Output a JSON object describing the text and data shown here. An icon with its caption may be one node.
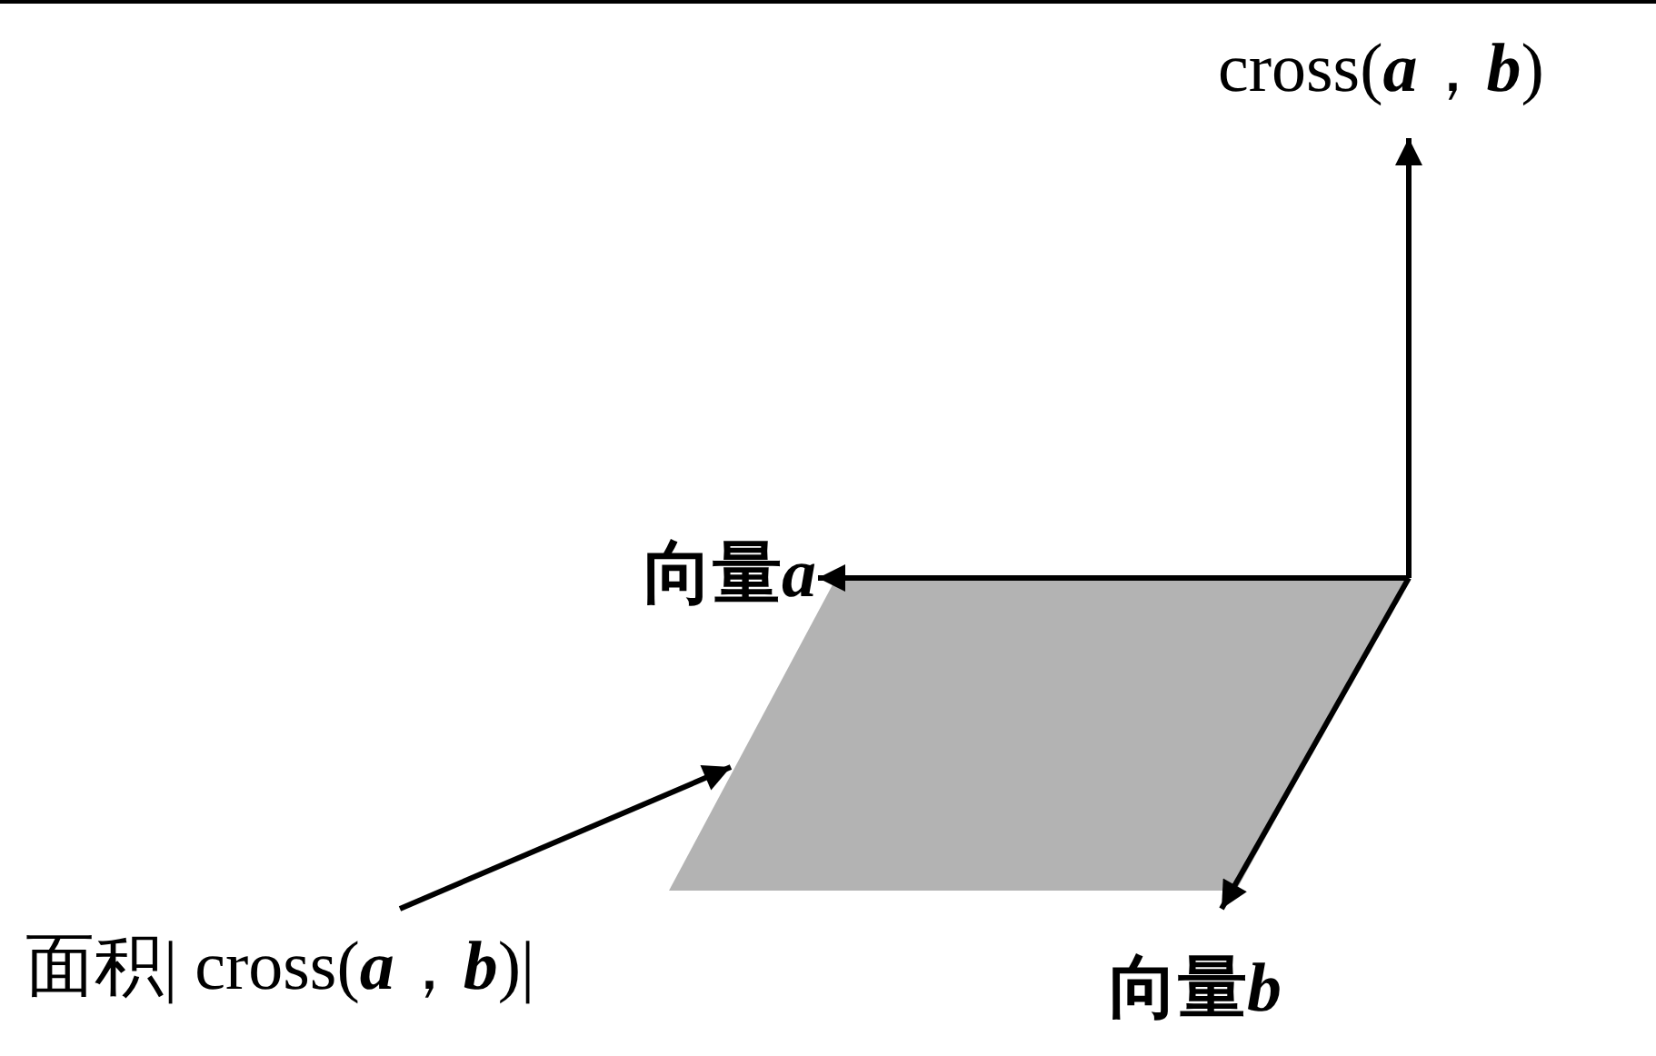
{
  "diagram": {
    "nodes": [
      {
        "text": [
          "cross(**a**，**b**)"
        ]
      },
      {
        "text": [
          "向量**a**"
        ]
      },
      {
        "text": [
          "向量**b**"
        ]
      },
      {
        "text": [],
        "shape": "parallelogram"
      },
      {
        "text": [
          "面积| cross(**a**，**b**)|"
        ]
      }
    ],
    "edges": [
      {
        "from": 3,
        "to": 0,
        "arrow": "to"
      },
      {
        "from": 3,
        "to": 1,
        "arrow": "to"
      },
      {
        "from": 3,
        "to": 2,
        "arrow": "to"
      },
      {
        "from": 4,
        "to": 3,
        "arrow": "to"
      }
    ]
  }
}
